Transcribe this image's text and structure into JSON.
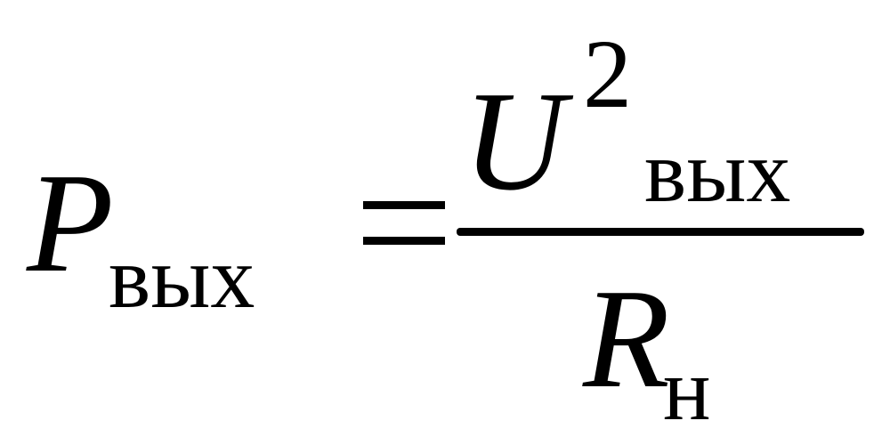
{
  "formula": {
    "lhs": {
      "symbol": "P",
      "subscript": "вых"
    },
    "operator": "=",
    "numerator": {
      "symbol": "U",
      "superscript": "2",
      "subscript": "вых"
    },
    "denominator": {
      "symbol": "R",
      "subscript": "н"
    }
  }
}
